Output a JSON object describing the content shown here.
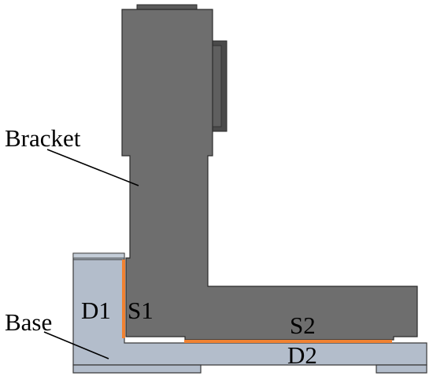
{
  "labels": {
    "bracket": "Bracket",
    "base": "Base",
    "d1": "D1",
    "s1": "S1",
    "s2": "S2",
    "d2": "D2"
  },
  "colors": {
    "bracket_fill": "#6e6e6e",
    "bracket_dark": "#4a4a4a",
    "base_fill": "#b3bdcb",
    "contact_line": "#f08232",
    "outline": "#2b2b2b"
  }
}
